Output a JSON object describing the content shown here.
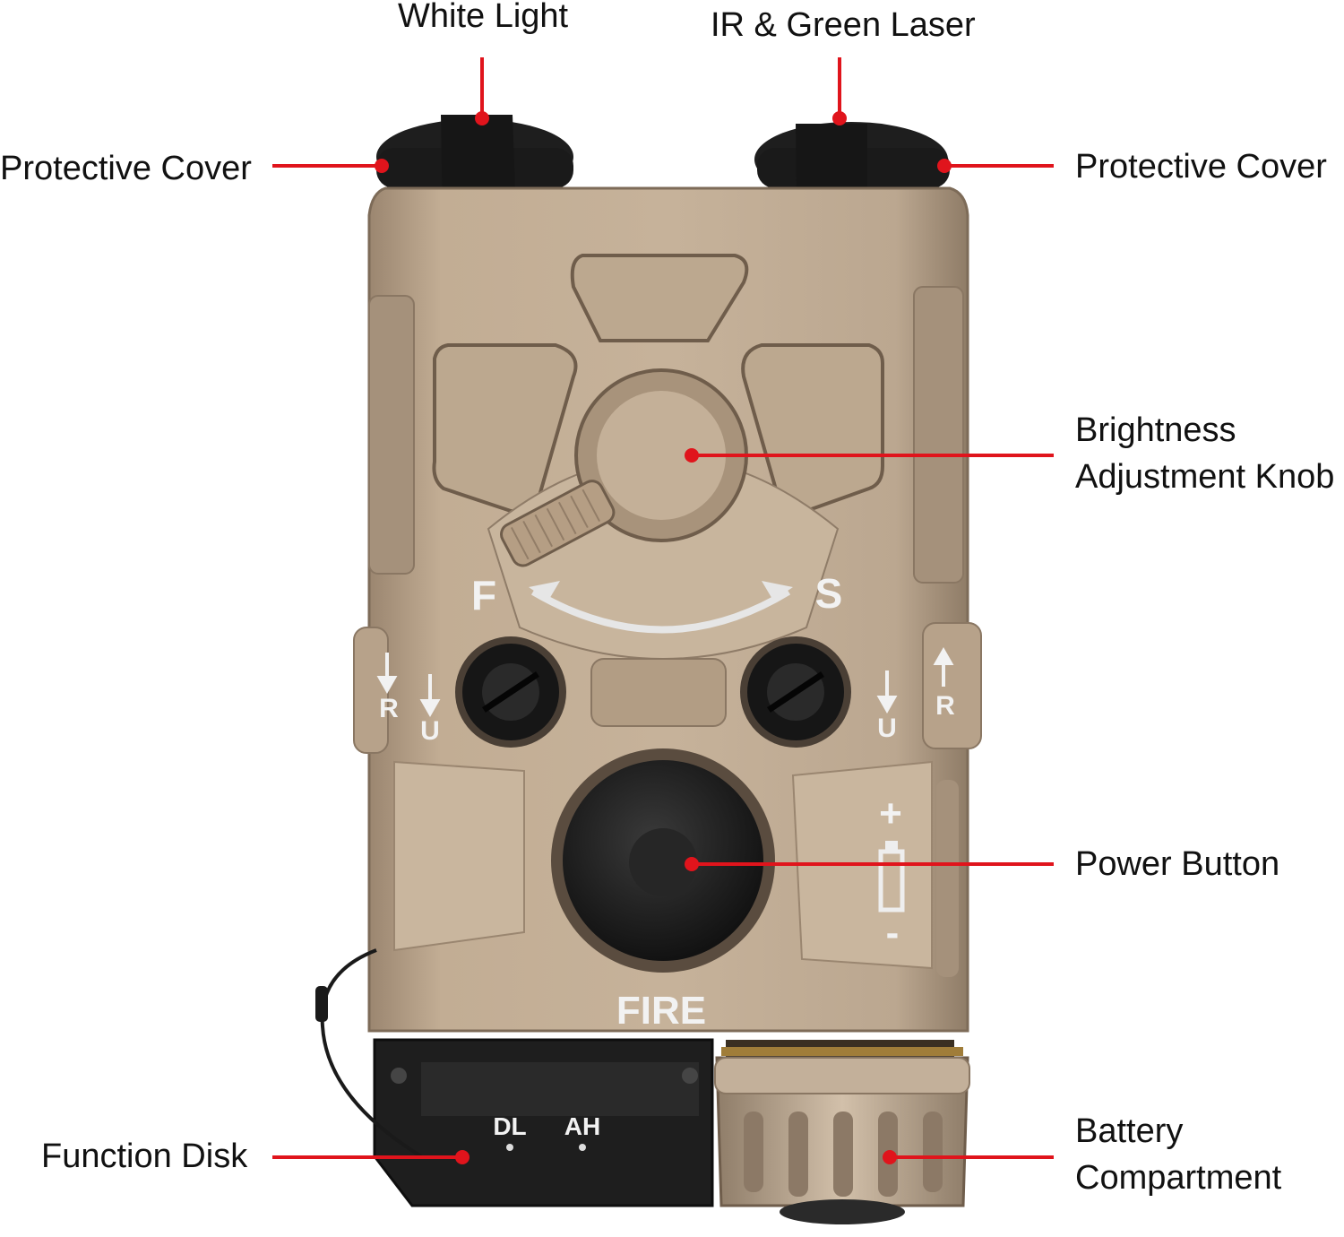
{
  "callouts": {
    "white_light": "White Light",
    "ir_green_laser": "IR & Green Laser",
    "protective_cover_left": "Protective Cover",
    "protective_cover_right": "Protective Cover",
    "brightness_knob": [
      "Brightness",
      "Adjustment Knob"
    ],
    "power_button": "Power Button",
    "function_disk": "Function Disk",
    "battery_compartment": [
      "Battery",
      "Compartment"
    ]
  },
  "device_markings": {
    "fire": "FIRE",
    "f": "F",
    "s": "S",
    "r_left": "R",
    "u_left": "U",
    "u_right": "U",
    "r_right": "R",
    "dl": "DL",
    "ah": "AH",
    "plus": "+",
    "minus": "-"
  },
  "colors": {
    "callout_line": "#e0141c",
    "device_body": "#b9a48b",
    "device_shadow": "#8c7966",
    "rubber": "#1c1c1c",
    "label_text": "#111111"
  }
}
